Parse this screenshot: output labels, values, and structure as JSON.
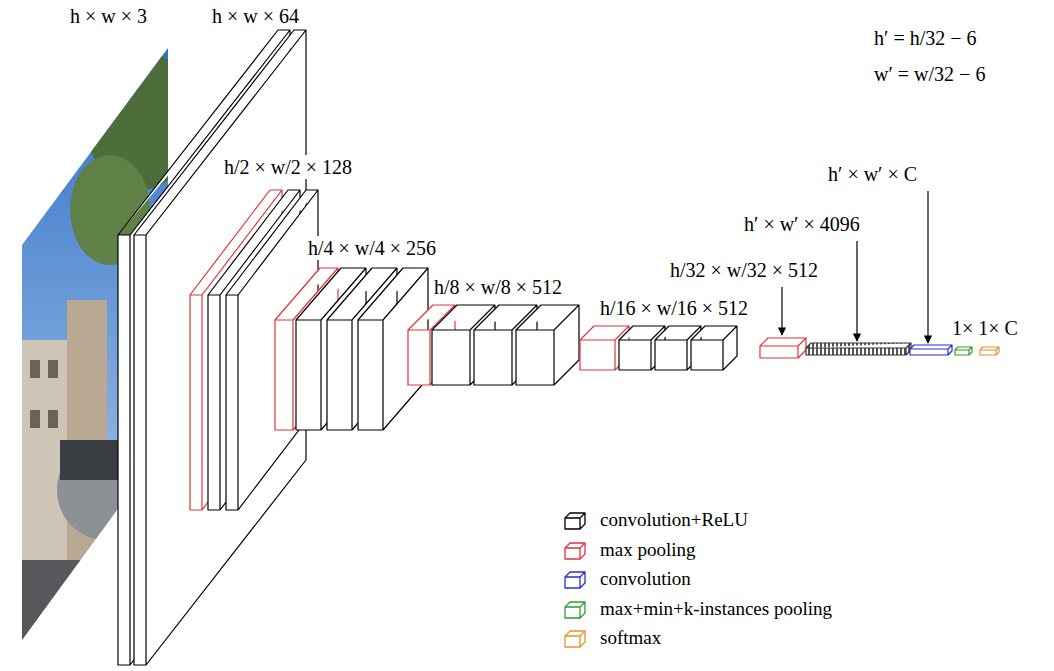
{
  "diagram": {
    "labels": [
      "h × w × 3",
      "h × w × 64",
      "h′ = h/32 − 6",
      "w′ = w/32 − 6",
      "h/2 × w/2 × 128",
      "h′ × w′ × C",
      "h′ × w′ × 4096",
      "h/4 × w/4 × 256",
      "h/32 × w/32 × 512",
      "h/8 × w/8 × 512",
      "h/16 × w/16 × 512",
      "1× 1× C"
    ],
    "legend": [
      {
        "text": "convolution+ReLU",
        "color": "#000000"
      },
      {
        "text": "max pooling",
        "color": "#e0323c"
      },
      {
        "text": "convolution",
        "color": "#2b2bd6"
      },
      {
        "text": "max+min+k-instances pooling",
        "color": "#2e9e2e"
      },
      {
        "text": "softmax",
        "color": "#e6942c"
      }
    ]
  }
}
